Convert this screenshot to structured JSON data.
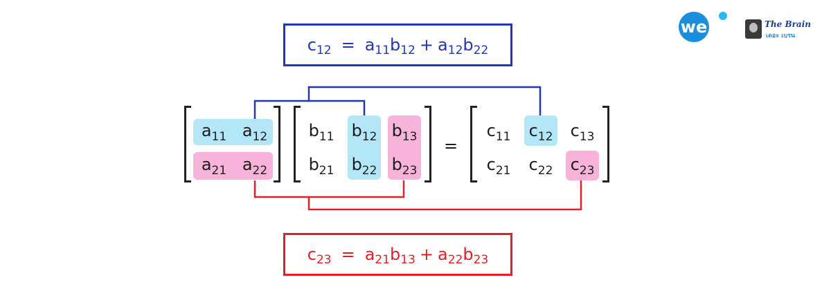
{
  "colors": {
    "blue": "#2136b4",
    "red": "#e02027",
    "blue_highlight": "#b3e6f6",
    "pink_highlight": "#f7b3d9",
    "logo_blue": "#1a8fe0"
  },
  "formula_top": {
    "lhs": {
      "v": "c",
      "s": "12"
    },
    "equals": "=",
    "term1": [
      {
        "v": "a",
        "s": "11"
      },
      {
        "v": "b",
        "s": "12"
      }
    ],
    "plus": "+",
    "term2": [
      {
        "v": "a",
        "s": "12"
      },
      {
        "v": "b",
        "s": "22"
      }
    ]
  },
  "formula_bottom": {
    "lhs": {
      "v": "c",
      "s": "23"
    },
    "equals": "=",
    "term1": [
      {
        "v": "a",
        "s": "21"
      },
      {
        "v": "b",
        "s": "13"
      }
    ],
    "plus": "+",
    "term2": [
      {
        "v": "a",
        "s": "22"
      },
      {
        "v": "b",
        "s": "23"
      }
    ]
  },
  "matrix_a": [
    [
      {
        "v": "a",
        "s": "11"
      },
      {
        "v": "a",
        "s": "12"
      }
    ],
    [
      {
        "v": "a",
        "s": "21"
      },
      {
        "v": "a",
        "s": "22"
      }
    ]
  ],
  "matrix_b": [
    [
      {
        "v": "b",
        "s": "11"
      },
      {
        "v": "b",
        "s": "12"
      },
      {
        "v": "b",
        "s": "13"
      }
    ],
    [
      {
        "v": "b",
        "s": "21"
      },
      {
        "v": "b",
        "s": "22"
      },
      {
        "v": "b",
        "s": "23"
      }
    ]
  ],
  "equals_sign": "=",
  "matrix_c": [
    [
      {
        "v": "c",
        "s": "11"
      },
      {
        "v": "c",
        "s": "12"
      },
      {
        "v": "c",
        "s": "13"
      }
    ],
    [
      {
        "v": "c",
        "s": "21"
      },
      {
        "v": "c",
        "s": "22"
      },
      {
        "v": "c",
        "s": "23"
      }
    ]
  ],
  "logos": {
    "we_text": "we",
    "brain_line1": "The Brain",
    "brain_line2": "เดอะ เบรน"
  }
}
